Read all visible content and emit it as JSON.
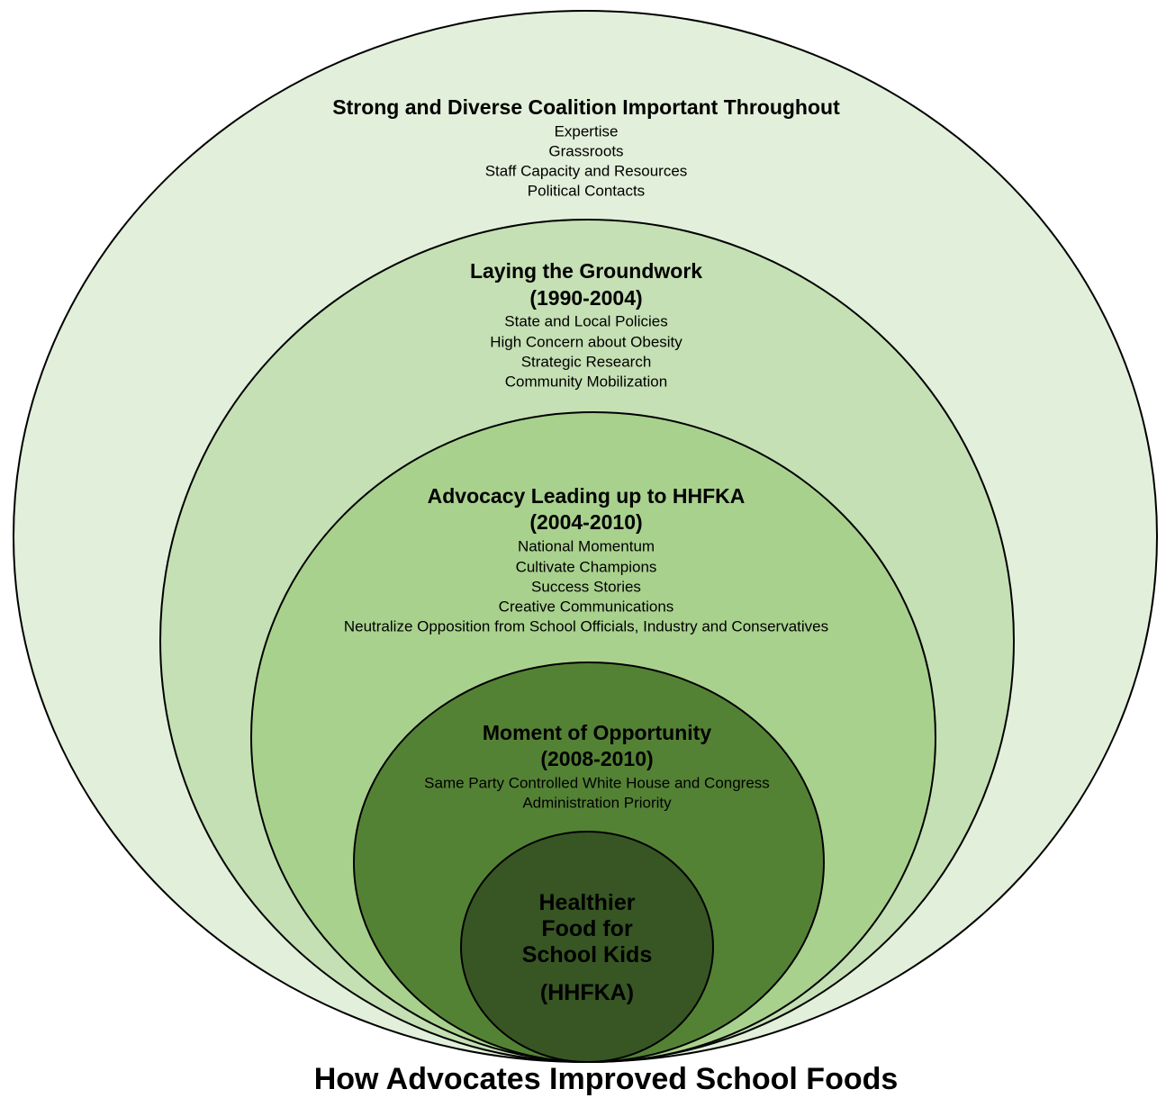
{
  "title": "How Advocates Improved School Foods",
  "colors": {
    "ring1": "#e2efda",
    "ring2": "#c5e0b4",
    "ring3": "#a9d18e",
    "ring4": "#548235",
    "core": "#375623"
  },
  "rings": [
    {
      "heading": "Strong and Diverse Coalition Important Throughout",
      "period": "",
      "items": [
        "Expertise",
        "Grassroots",
        "Staff Capacity and Resources",
        "Political Contacts"
      ]
    },
    {
      "heading": "Laying the Groundwork",
      "period": "(1990-2004)",
      "items": [
        "State and Local Policies",
        "High Concern about Obesity",
        "Strategic Research",
        "Community Mobilization"
      ]
    },
    {
      "heading": "Advocacy Leading up to HHFKA",
      "period": "(2004-2010)",
      "items": [
        "National Momentum",
        "Cultivate Champions",
        "Success Stories",
        "Creative Communications",
        "Neutralize Opposition from School Officials, Industry and Conservatives"
      ]
    },
    {
      "heading": "Moment of Opportunity",
      "period": "(2008-2010)",
      "items": [
        "Same Party Controlled White House and Congress",
        "Administration Priority"
      ]
    }
  ],
  "core": {
    "lines": [
      "Healthier",
      "Food for",
      "School Kids"
    ],
    "acronym": "(HHFKA)"
  }
}
